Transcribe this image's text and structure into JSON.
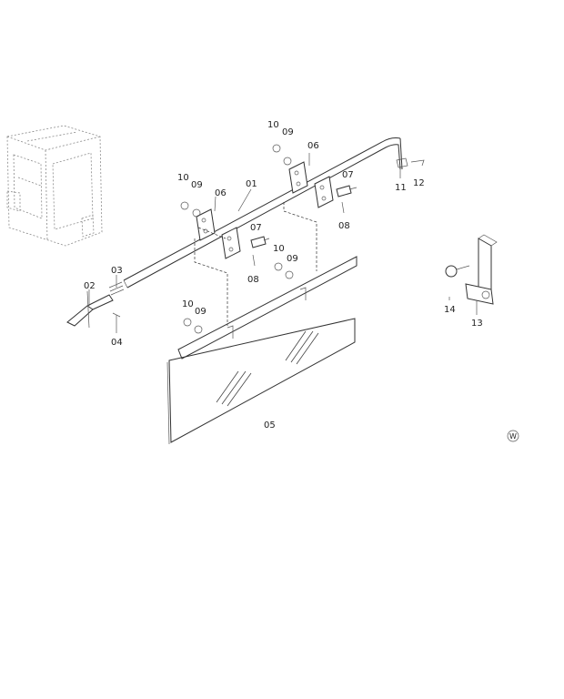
{
  "diagram": {
    "labels": {
      "p01": "01",
      "p02": "02",
      "p03": "03",
      "p04": "04",
      "p05": "05",
      "p06a": "06",
      "p06b": "06",
      "p07a": "07",
      "p07b": "07",
      "p08a": "08",
      "p08b": "08",
      "p09a": "09",
      "p09b": "09",
      "p09c": "09",
      "p09d": "09",
      "p10a": "10",
      "p10b": "10",
      "p10c": "10",
      "p10d": "10",
      "p11": "11",
      "p12": "12",
      "p13": "13",
      "p14": "14",
      "mark": "W"
    }
  }
}
